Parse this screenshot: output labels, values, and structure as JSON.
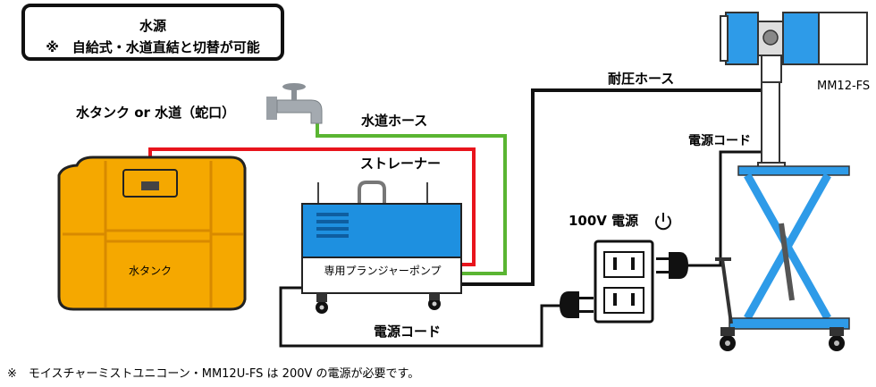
{
  "water_source": {
    "title": "水源",
    "note": "※　自給式・水道直結と切替が可能"
  },
  "labels": {
    "tank_or_tap": "水タンク or 水道（蛇口）",
    "water_hose": "水道ホース",
    "strainer": "ストレーナー",
    "pressure_hose": "耐圧ホース",
    "power_cord_top": "電源コード",
    "power_cord_bottom": "電源コード",
    "outlet": "100V 電源",
    "product_model": "MM12-FS",
    "pump": "専用プランジャーポンプ",
    "tank": "水タンク"
  },
  "footnote": "※　モイスチャーミストユニコーン・MM12U-FS は 200V の電源が必要です。",
  "colors": {
    "tank": "#f5a800",
    "tank_dark": "#d88a00",
    "pump_blue": "#1e90e0",
    "water_hose": "#5ab532",
    "strainer_line": "#e8141c",
    "pressure_hose": "#111111",
    "lift_blue": "#2e9be8",
    "fan_blue": "#2e9be8"
  },
  "icons": [
    "faucet-icon",
    "power-icon",
    "power-plug-icon",
    "outlet-icon"
  ]
}
